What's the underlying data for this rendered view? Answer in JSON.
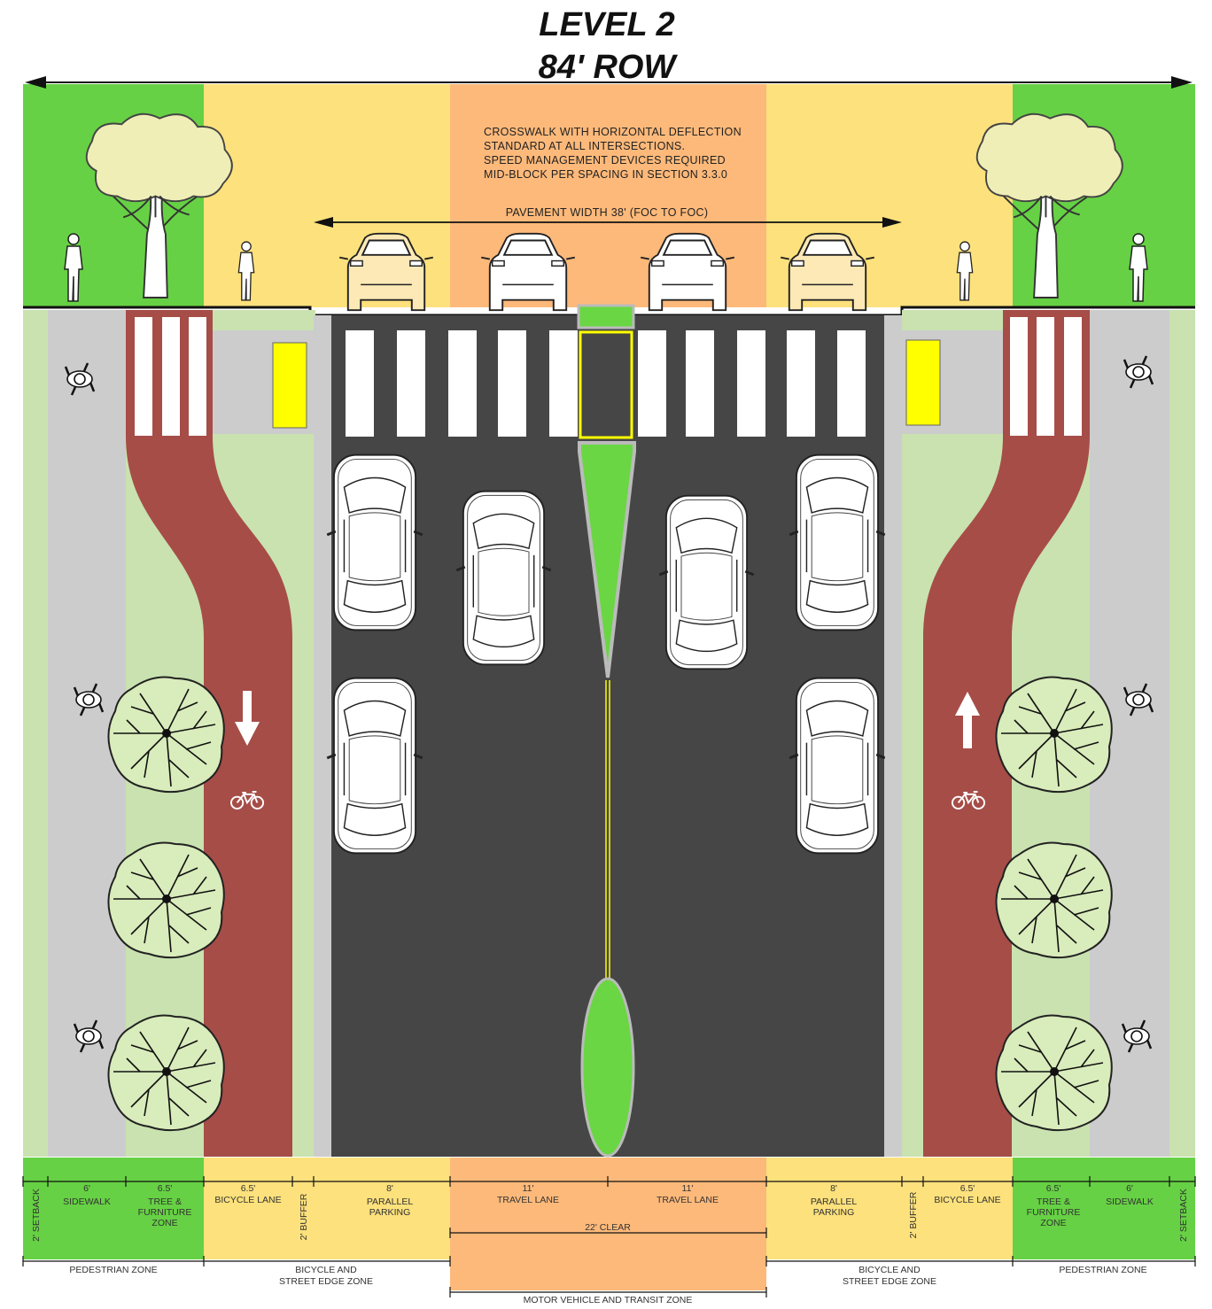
{
  "title_line1": "LEVEL 2",
  "title_line2": "84' ROW",
  "notes": [
    "CROSSWALK WITH HORIZONTAL DEFLECTION",
    "STANDARD AT ALL INTERSECTIONS.",
    "SPEED MANAGEMENT DEVICES REQUIRED",
    "MID-BLOCK PER SPACING IN SECTION 3.3.0"
  ],
  "pavement_width": "PAVEMENT WIDTH 38' (FOC TO FOC)",
  "colors": {
    "green": "#66d144",
    "yellow_zone": "#fde17c",
    "orange_zone": "#fdb97a",
    "light_green": "#c9e2b0",
    "sidewalk_gray": "#cccccc",
    "bike_lane": "#a64d48",
    "asphalt": "#464646",
    "median_green": "#6ad643",
    "crosswalk_yellow": "#ffff00"
  },
  "icons": [
    "tree-icon",
    "pedestrian-icon",
    "car-icon",
    "bicycle-icon",
    "arrow-icon"
  ],
  "zones": {
    "left_setback": "2' SETBACK",
    "left_sidewalk_dim": "6'",
    "left_sidewalk": "SIDEWALK",
    "left_tree_dim": "6.5'",
    "left_tree_l1": "TREE &",
    "left_tree_l2": "FURNITURE",
    "left_tree_l3": "ZONE",
    "left_bike_dim": "6.5'",
    "left_bike": "BICYCLE LANE",
    "left_buffer": "2' BUFFER",
    "left_parking_dim": "8'",
    "left_parking_l1": "PARALLEL",
    "left_parking_l2": "PARKING",
    "travel1_dim": "11'",
    "travel1": "TRAVEL LANE",
    "travel2_dim": "11'",
    "travel2": "TRAVEL LANE",
    "clear": "22' CLEAR",
    "right_parking_dim": "8'",
    "right_parking_l1": "PARALLEL",
    "right_parking_l2": "PARKING",
    "right_buffer": "2' BUFFER",
    "right_bike_dim": "6.5'",
    "right_bike": "BICYCLE LANE",
    "right_tree_dim": "6.5'",
    "right_tree_l1": "TREE &",
    "right_tree_l2": "FURNITURE",
    "right_tree_l3": "ZONE",
    "right_sidewalk_dim": "6'",
    "right_sidewalk": "SIDEWALK",
    "right_setback": "2' SETBACK"
  },
  "groups": {
    "left_ped": "PEDESTRIAN ZONE",
    "left_bike_l1": "BICYCLE AND",
    "left_bike_l2": "STREET EDGE ZONE",
    "motor": "MOTOR VEHICLE AND TRANSIT ZONE",
    "right_bike_l1": "BICYCLE AND",
    "right_bike_l2": "STREET EDGE ZONE",
    "right_ped": "PEDESTRIAN ZONE"
  }
}
